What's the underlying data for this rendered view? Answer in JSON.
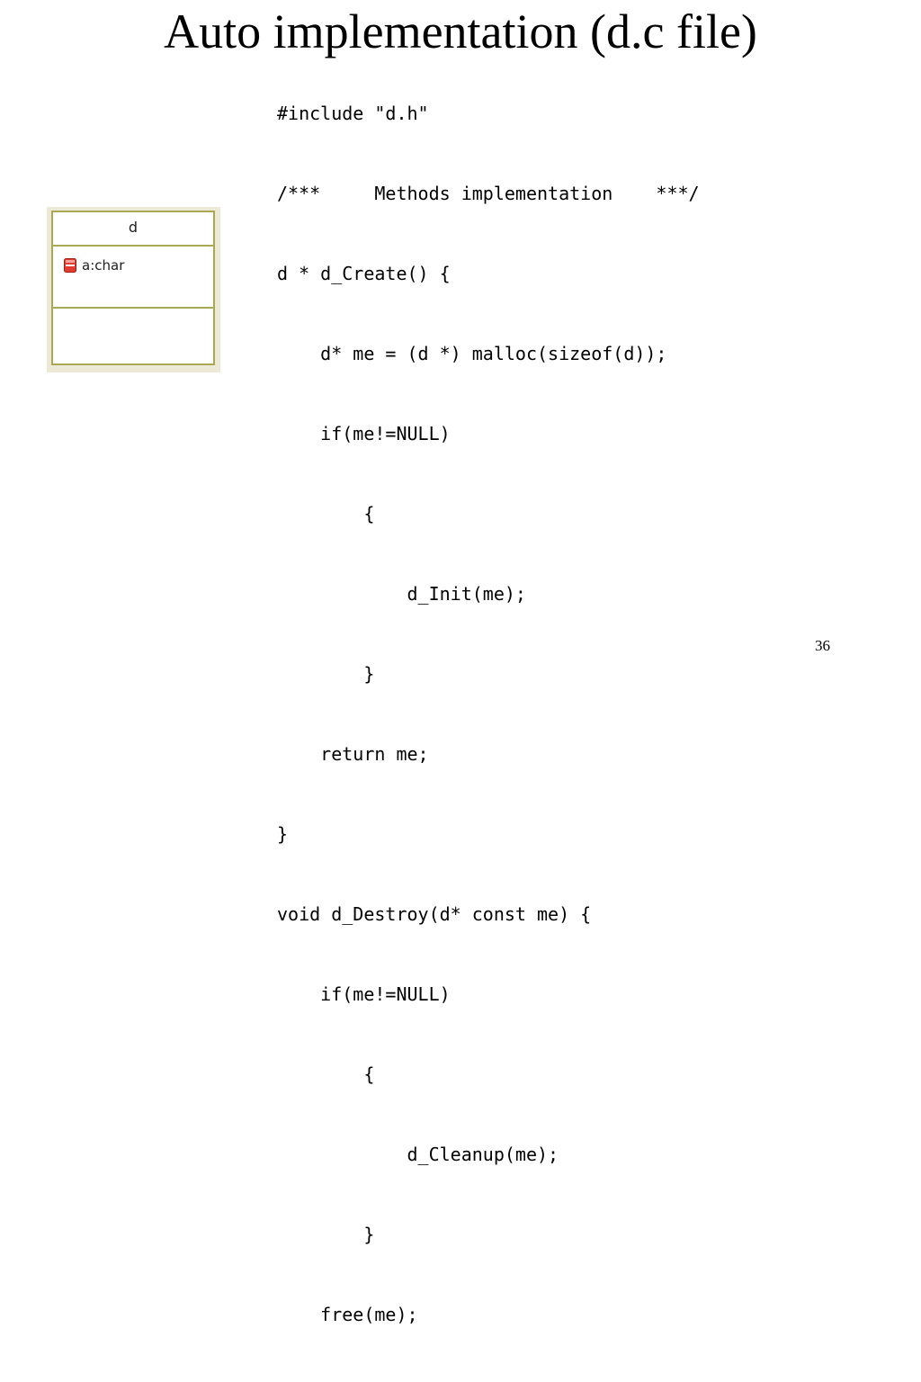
{
  "title": "Auto implementation (d.c file)",
  "code_lines": [
    "#include \"d.h\"",
    "/***     Methods implementation    ***/",
    "d * d_Create() {",
    "    d* me = (d *) malloc(sizeof(d));",
    "    if(me!=NULL)",
    "        {",
    "            d_Init(me);",
    "        }",
    "    return me;",
    "}",
    "void d_Destroy(d* const me) {",
    "    if(me!=NULL)",
    "        {",
    "            d_Cleanup(me);",
    "        }",
    "    free(me);",
    "}"
  ],
  "uml_class": {
    "name": "d",
    "attribute": "a:char",
    "attribute_icon": "private-attribute-icon",
    "border_color": "#a9a857",
    "icon_color": "#e03c31"
  },
  "page_number": "36"
}
